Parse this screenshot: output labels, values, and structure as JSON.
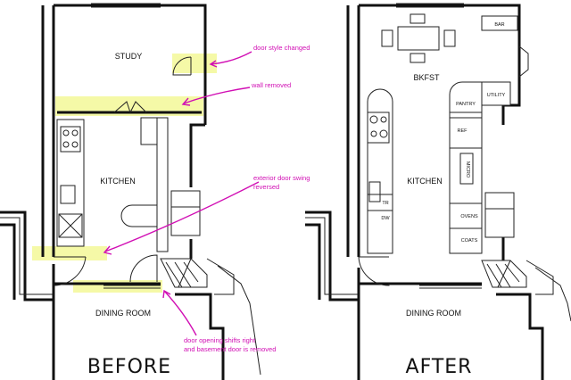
{
  "before": {
    "label": "BEFORE",
    "rooms": {
      "study": "STUDY",
      "kitchen": "KITCHEN",
      "dining": "DINING ROOM"
    },
    "annotations": [
      "door style changed",
      "wall removed",
      "exterior door swing",
      "reversed",
      "door opening shifts right",
      "and basement door is removed"
    ]
  },
  "after": {
    "label": "AFTER",
    "rooms": {
      "bkfst": "BKFST",
      "kitchen": "KITCHEN",
      "dining": "DINING ROOM"
    },
    "fixtures": [
      "BAR",
      "UTILITY",
      "PANTRY",
      "REF",
      "MICRO",
      "OVENS",
      "COATS",
      "TR",
      "DW"
    ]
  },
  "colors": {
    "annotation": "#d10fb4",
    "highlight": "#f2f78a"
  }
}
